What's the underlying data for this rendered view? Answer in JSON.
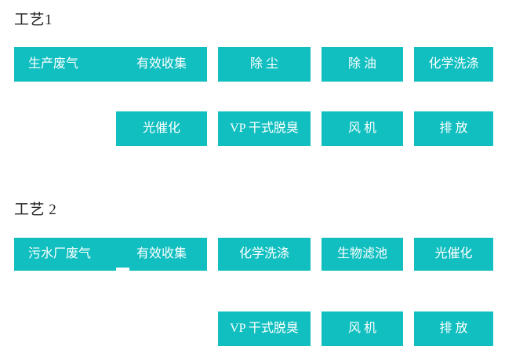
{
  "theme": {
    "background": "#ffffff",
    "box_fill": "#11bfc0",
    "box_text": "#ffffff",
    "heading_text": "#262626"
  },
  "sections": [
    {
      "heading": "工艺1",
      "rows": [
        {
          "boxes": [
            {
              "label": "生产废气",
              "label_secondary": "有效收集",
              "combined": true
            },
            {
              "label": "除 尘"
            },
            {
              "label": "除 油"
            },
            {
              "label": "化学洗涤"
            }
          ]
        },
        {
          "boxes": [
            {
              "label": "光催化"
            },
            {
              "label": "VP 干式脱臭"
            },
            {
              "label": "风 机"
            },
            {
              "label": "排 放"
            }
          ]
        }
      ]
    },
    {
      "heading": "工艺 2",
      "rows": [
        {
          "boxes": [
            {
              "label": "污水厂废气",
              "label_secondary": "有效收集",
              "combined": true
            },
            {
              "label": "化学洗涤"
            },
            {
              "label": "生物滤池"
            },
            {
              "label": "光催化"
            }
          ]
        },
        {
          "boxes": [
            {
              "label": "VP 干式脱臭"
            },
            {
              "label": "风 机"
            },
            {
              "label": "排 放"
            }
          ]
        }
      ]
    }
  ]
}
